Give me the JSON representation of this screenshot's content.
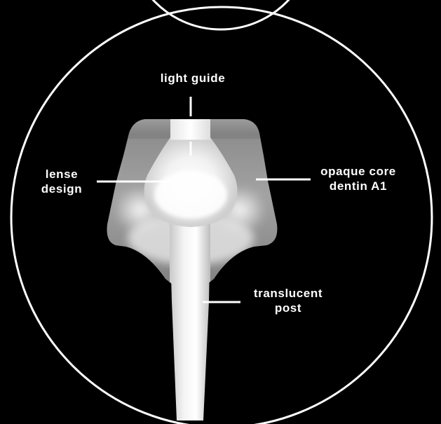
{
  "diagram": {
    "background_color": "#000000",
    "line_color": "#ffffff",
    "labels": {
      "light_guide": "light guide",
      "lense_line1": "lense",
      "lense_line2": "design",
      "opaque_line1": "opaque core",
      "opaque_line2": "dentin A1",
      "translucent_line1": "translucent",
      "translucent_line2": "post"
    }
  }
}
